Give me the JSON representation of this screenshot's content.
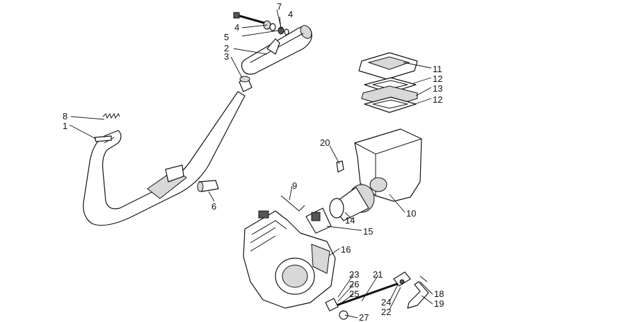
{
  "callouts": [
    {
      "id": "c7",
      "label": "7"
    },
    {
      "id": "c4a",
      "label": "4"
    },
    {
      "id": "c4b",
      "label": "4"
    },
    {
      "id": "c5",
      "label": "5"
    },
    {
      "id": "c2",
      "label": "2"
    },
    {
      "id": "c3",
      "label": "3"
    },
    {
      "id": "c8",
      "label": "8"
    },
    {
      "id": "c1",
      "label": "1"
    },
    {
      "id": "c6",
      "label": "6"
    },
    {
      "id": "c9",
      "label": "9"
    },
    {
      "id": "c20",
      "label": "20"
    },
    {
      "id": "c11",
      "label": "11"
    },
    {
      "id": "c12a",
      "label": "12"
    },
    {
      "id": "c13",
      "label": "13"
    },
    {
      "id": "c12b",
      "label": "12"
    },
    {
      "id": "c10",
      "label": "10"
    },
    {
      "id": "c14",
      "label": "14"
    },
    {
      "id": "c15",
      "label": "15"
    },
    {
      "id": "c16",
      "label": "16"
    },
    {
      "id": "c23",
      "label": "23"
    },
    {
      "id": "c21",
      "label": "21"
    },
    {
      "id": "c26",
      "label": "26"
    },
    {
      "id": "c25",
      "label": "25"
    },
    {
      "id": "c24",
      "label": "24"
    },
    {
      "id": "c22",
      "label": "22"
    },
    {
      "id": "c27",
      "label": "27"
    },
    {
      "id": "c18",
      "label": "18"
    },
    {
      "id": "c19",
      "label": "19"
    }
  ]
}
